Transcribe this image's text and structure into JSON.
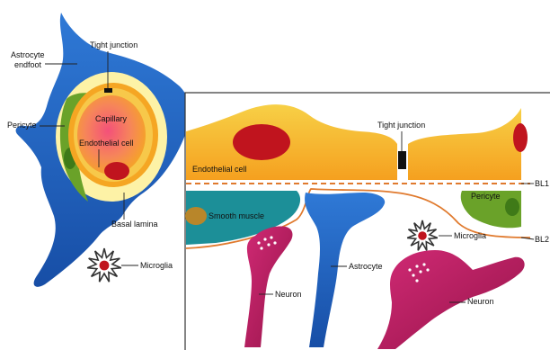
{
  "labels": {
    "astrocyte_endfoot_1": "Astrocyte",
    "astrocyte_endfoot_2": "endfoot",
    "tight_junction_left": "Tight junction",
    "pericyte_left": "Pericyte",
    "capillary": "Capillary",
    "endothelial_cell_left": "Endothelial cell",
    "basal_lamina": "Basal lamina",
    "microglia_left": "Microglia",
    "tight_junction_right": "Tight junction",
    "endothelial_cell_right": "Endothelial cell",
    "bl1": "BL1",
    "bl2": "BL2",
    "pericyte_right": "Pericyte",
    "smooth_muscle": "Smooth muscle",
    "microglia_right": "Microglia",
    "astrocyte": "Astrocyte",
    "neuron_left": "Neuron",
    "neuron_right": "Neuron"
  },
  "colors": {
    "astrocyte_blue": "#1a5bbd",
    "endothelial_orange": "#f5a623",
    "endothelial_yellow": "#f7d046",
    "capillary_red": "#ee3b4a",
    "nucleus_red": "#c0141e",
    "pericyte_green": "#6aa229",
    "smooth_muscle_teal": "#1c8f98",
    "smooth_muscle_nucleus": "#b8862a",
    "neuron_magenta": "#b5195e",
    "basal_lamina_line": "#e07a2e",
    "microglia_gray": "#333333",
    "panel_border": "#333333"
  }
}
